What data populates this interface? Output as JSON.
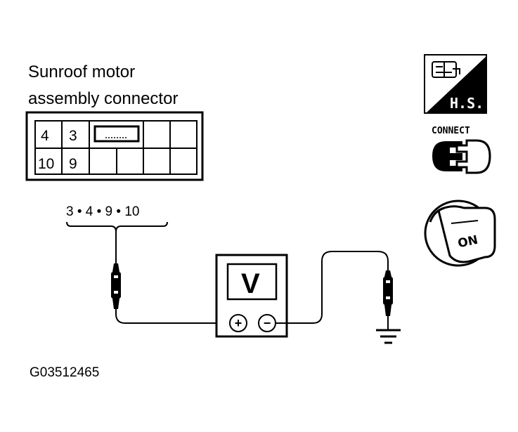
{
  "connector": {
    "title_line1": "Sunroof motor",
    "title_line2": "assembly connector",
    "pins_top": [
      "4",
      "3"
    ],
    "pins_bottom": [
      "10",
      "9"
    ]
  },
  "probe": {
    "pin_list": "3 • 4 • 9 • 10"
  },
  "meter": {
    "symbol": "V",
    "plus": "+",
    "minus": "−"
  },
  "icons": {
    "harness_side": "H.S.",
    "connect": "CONNECT",
    "ignition": "ON"
  },
  "figure_id": "G03512465"
}
